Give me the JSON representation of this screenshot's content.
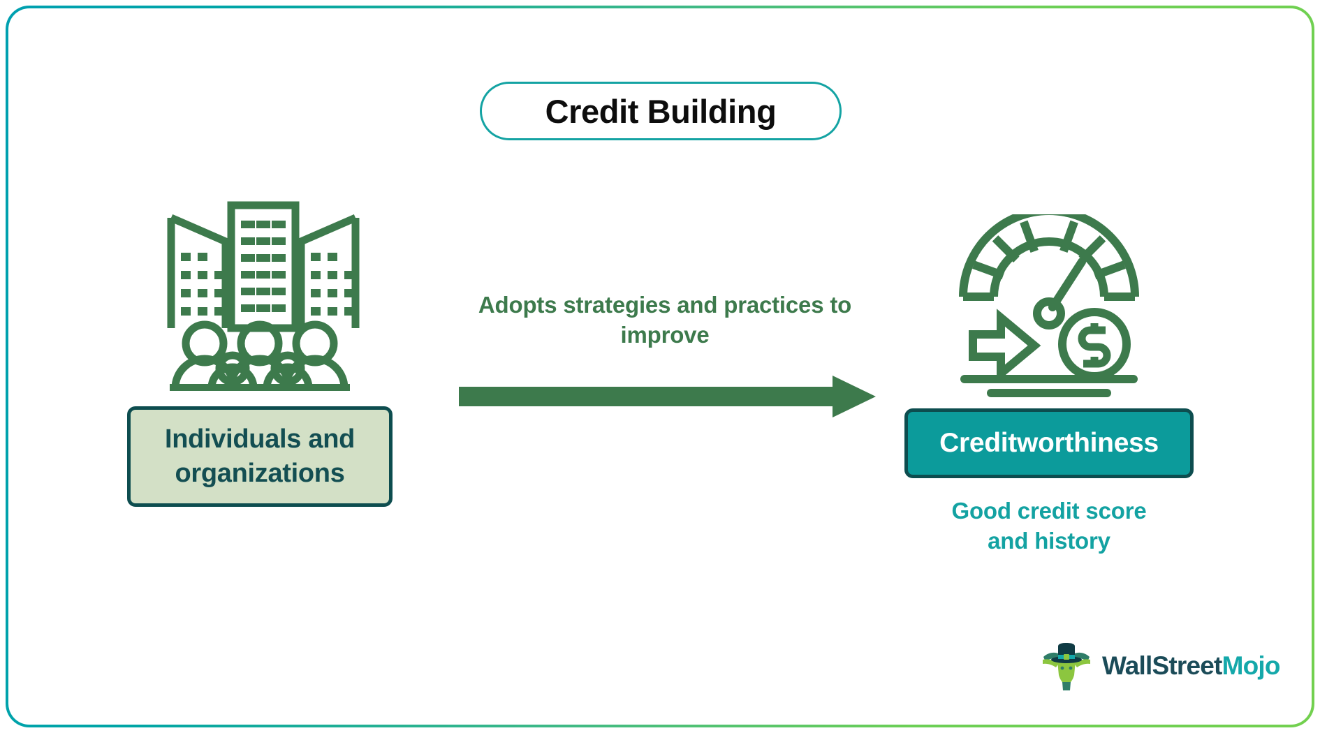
{
  "page": {
    "title": "Credit Building",
    "border_gradient_start": "#00a0b0",
    "border_gradient_end": "#72d04f",
    "background": "#ffffff"
  },
  "left": {
    "icon_name": "people-and-buildings-icon",
    "icon_color": "#3d7a4c",
    "box_label": "Individuals and organizations",
    "box_fill": "#d3e0c6",
    "box_border": "#0d4d4f",
    "box_text_color": "#134e52"
  },
  "middle": {
    "caption": "Adopts strategies and practices to improve",
    "caption_color": "#3d7a4c",
    "arrow_name": "right-arrow",
    "arrow_color": "#3d7a4c"
  },
  "right": {
    "icon_name": "credit-score-gauge-icon",
    "icon_color": "#3d7a4c",
    "box_label": "Creditworthiness",
    "box_fill": "#0c9b9b",
    "box_border": "#0d4d4f",
    "box_text_color": "#ffffff",
    "caption_line1": "Good credit score",
    "caption_line2": "and history",
    "caption_color": "#13a2a2"
  },
  "logo": {
    "mark_name": "bull-with-tophat-logo",
    "word_primary": "WallStreet",
    "word_accent": "Mojo",
    "primary_color": "#1b4b58",
    "accent_color": "#14a8aa"
  }
}
